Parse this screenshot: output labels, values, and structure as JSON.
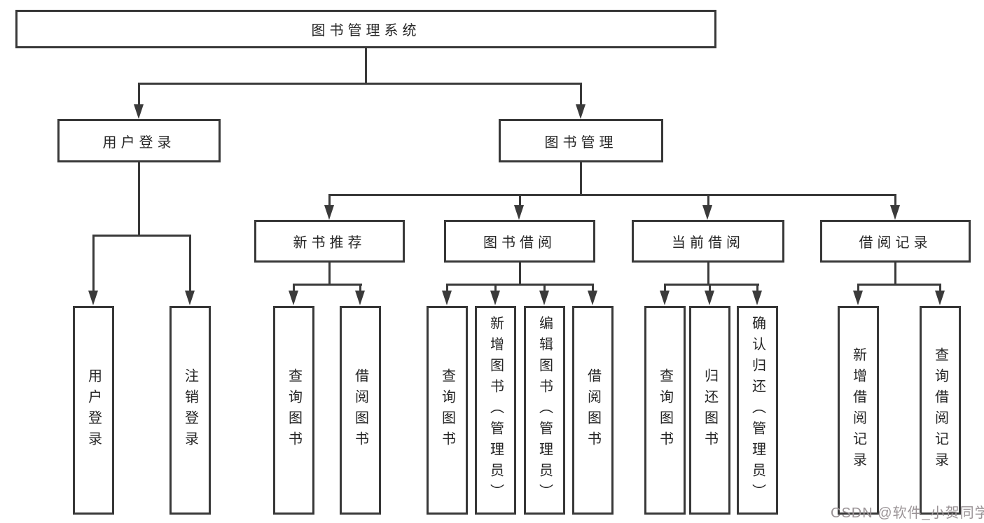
{
  "colors": {
    "background": "#ffffff",
    "line": "#3a3a3a",
    "box-border": "#383838",
    "text": "#262626",
    "watermark": "#9a9396"
  },
  "tree": {
    "label": "图书管理系统",
    "children": [
      {
        "label": "用户登录",
        "children": [
          {
            "label": "用户登录"
          },
          {
            "label": "注销登录"
          }
        ]
      },
      {
        "label": "图书管理",
        "children": [
          {
            "label": "新书推荐",
            "children": [
              {
                "label": "查询图书"
              },
              {
                "label": "借阅图书"
              }
            ]
          },
          {
            "label": "图书借阅",
            "children": [
              {
                "label": "查询图书"
              },
              {
                "label": "新增图书（管理员）"
              },
              {
                "label": "编辑图书（管理员）"
              },
              {
                "label": "借阅图书"
              }
            ]
          },
          {
            "label": "当前借阅",
            "children": [
              {
                "label": "查询图书"
              },
              {
                "label": "归还图书"
              },
              {
                "label": "确认归还（管理员）"
              }
            ]
          },
          {
            "label": "借阅记录",
            "children": [
              {
                "label": "新增借阅记录"
              },
              {
                "label": "查询借阅记录"
              }
            ]
          }
        ]
      }
    ]
  },
  "watermark": {
    "text": "CSDN @软件_小贺同学"
  }
}
